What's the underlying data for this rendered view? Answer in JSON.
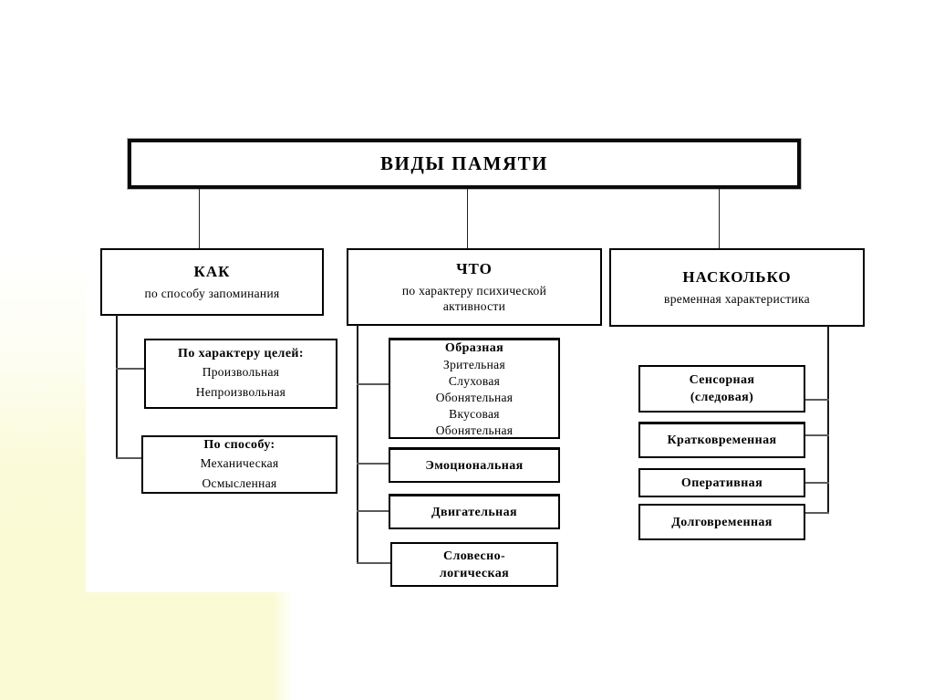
{
  "background": {
    "accent_color": "#fafad5",
    "canvas_color": "#ffffff"
  },
  "line_colors": {
    "trunk": "#1a1a1a",
    "stub": "#5a5a5a",
    "box_border": "#000000"
  },
  "tree": {
    "title": "ВИДЫ ПАМЯТИ",
    "branches": [
      {
        "heading": "КАК",
        "subtitle": "по способу запоминания",
        "children": [
          {
            "heading": "По характеру целей:",
            "lines": [
              "Произвольная",
              "Непроизвольная"
            ]
          },
          {
            "heading": "По способу:",
            "lines": [
              "Механическая",
              "Осмысленная"
            ]
          }
        ]
      },
      {
        "heading": "ЧТО",
        "subtitle": "по характеру психической активности",
        "children": [
          {
            "heading": "Образная",
            "lines": [
              "Зрительная",
              "Слуховая",
              "Обонятельная",
              "Вкусовая",
              "Обонятельная"
            ]
          },
          {
            "heading": "Эмоциональная",
            "lines": []
          },
          {
            "heading": "Двигательная",
            "lines": []
          },
          {
            "heading": "Словесно-",
            "heading2": "логическая",
            "lines": []
          }
        ]
      },
      {
        "heading": "НАСКОЛЬКО",
        "subtitle": "временная характеристика",
        "children": [
          {
            "heading": "Сенсорная",
            "heading2": "(следовая)",
            "lines": []
          },
          {
            "heading": "Кратковременная",
            "lines": []
          },
          {
            "heading": "Оперативная",
            "lines": []
          },
          {
            "heading": "Долговременная",
            "lines": []
          }
        ]
      }
    ]
  }
}
